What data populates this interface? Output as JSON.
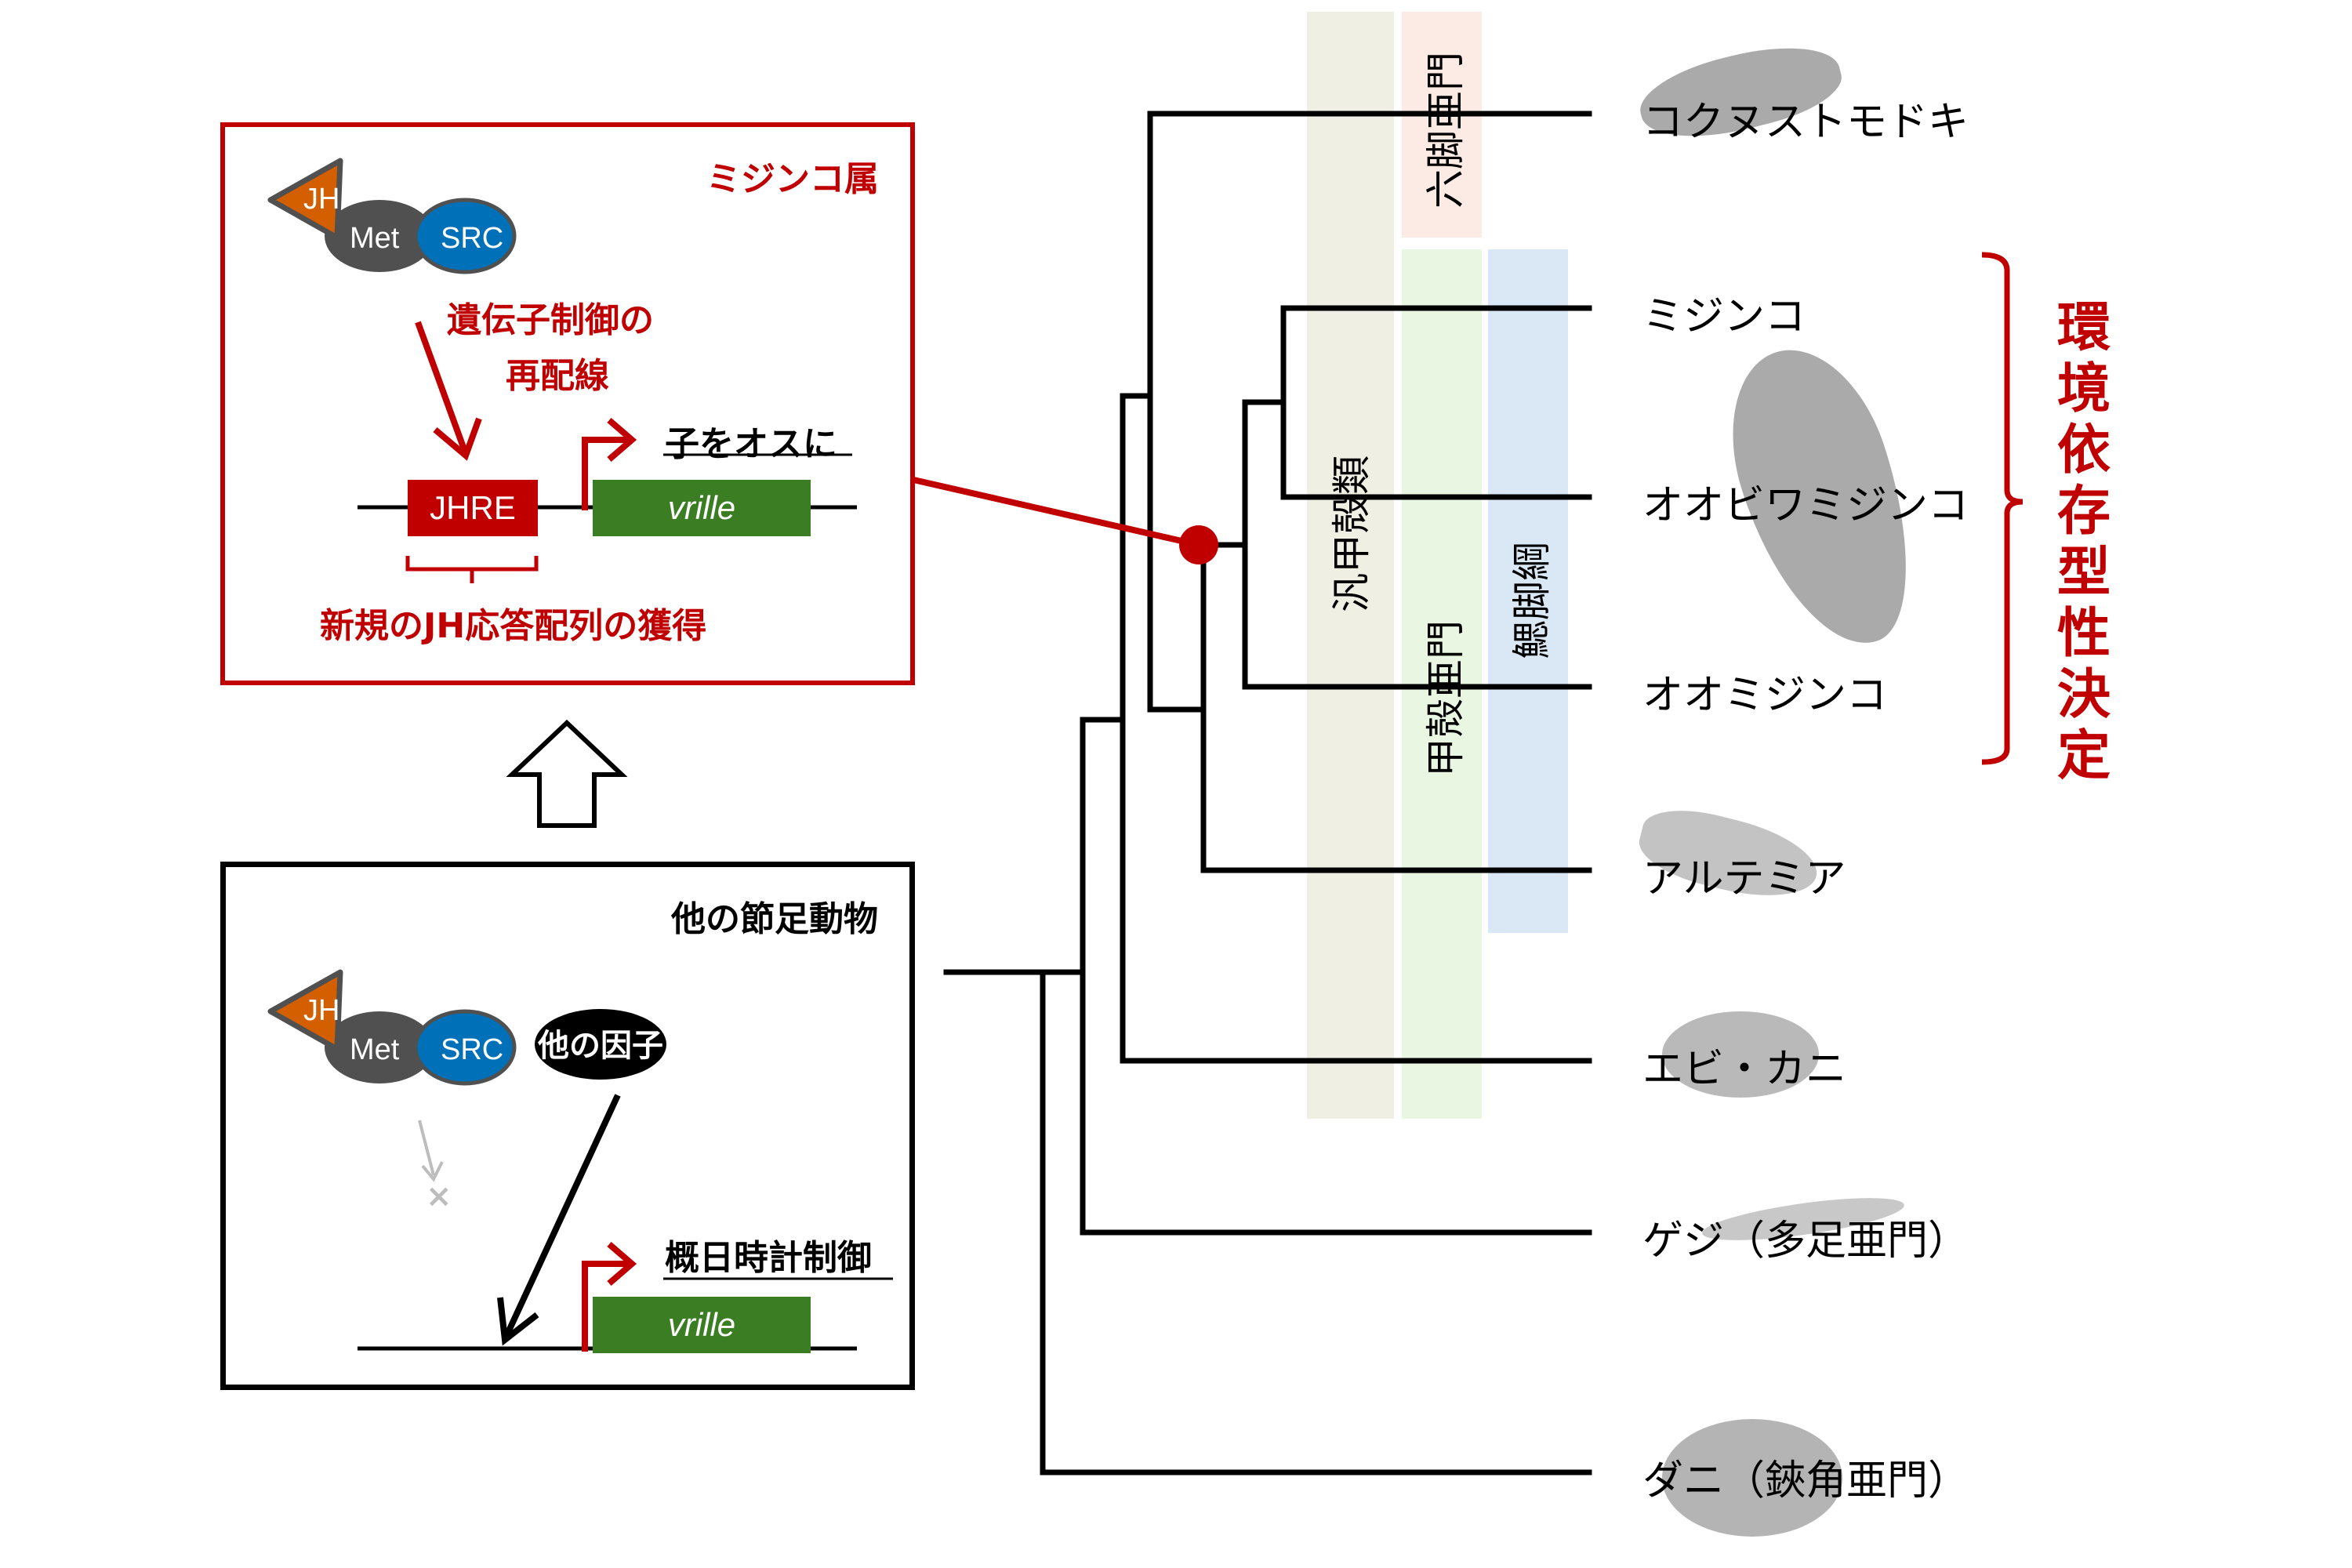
{
  "figure": {
    "title_region": "JH signalling rewiring in Daphnia vs other arthropods"
  },
  "colors": {
    "accent_red": "#c00000",
    "gene_green": "#3a7d22",
    "jh_orange": "#d45f00",
    "met_gray": "#505050",
    "src_blue": "#0070b8",
    "band_pancrustacea": "#ecebdc",
    "band_hexapoda": "#fbe5dd",
    "band_crustacea": "#e2f4da",
    "band_branchiopoda": "#cfe0f1"
  },
  "daphnia_panel": {
    "title": "ミジンコ属",
    "jh_label": "JH",
    "met_label": "Met",
    "src_label": "SRC",
    "rewiring_label_line1": "遺伝子制御の",
    "rewiring_label_line2": "再配線",
    "jhre_label": "JHRE",
    "gene_label": "vrille",
    "outcome_label": "子をオスに",
    "brace_label": "新規のJH応答配列の獲得"
  },
  "other_panel": {
    "title": "他の節足動物",
    "jh_label": "JH",
    "met_label": "Met",
    "src_label": "SRC",
    "blocked_mark": "×",
    "factor_label": "他の因子",
    "gene_label": "vrille",
    "outcome_label": "概日時計制御"
  },
  "bands": [
    {
      "label": "汎甲殻類"
    },
    {
      "label": "六脚亜門"
    },
    {
      "label": "甲殻亜門"
    },
    {
      "label": "鰓脚綱"
    }
  ],
  "species": [
    {
      "label": "コクヌストモドキ",
      "silhouette": "beetle-icon"
    },
    {
      "label": "ミジンコ",
      "silhouette": "daphnia-icon"
    },
    {
      "label": "オオビワミジンコ",
      "silhouette": "daphnia-icon"
    },
    {
      "label": "オオミジンコ",
      "silhouette": "daphnia-icon"
    },
    {
      "label": "アルテミア",
      "silhouette": "artemia-icon"
    },
    {
      "label": "エビ・カニ",
      "silhouette": "crab-icon"
    },
    {
      "label": "ゲジ（多足亜門）",
      "silhouette": "centipede-icon"
    },
    {
      "label": "ダニ（鋏角亜門）",
      "silhouette": "mite-icon"
    }
  ],
  "bracket_label": "環境依存型性決定",
  "bracket_label_chars": [
    "環",
    "境",
    "依",
    "存",
    "型",
    "性",
    "決",
    "定"
  ]
}
